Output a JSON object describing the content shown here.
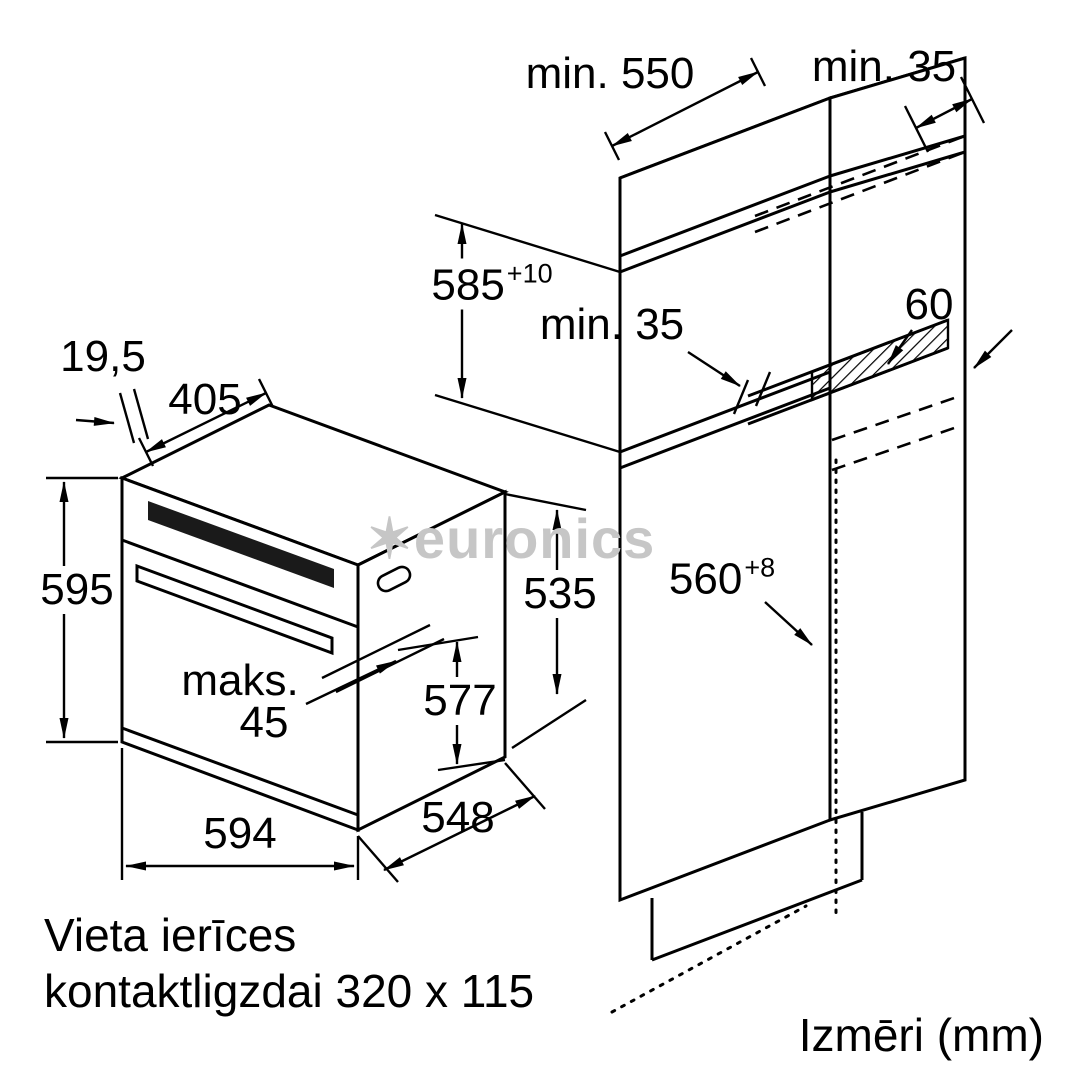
{
  "watermark": {
    "star": "✶",
    "brand": "euronics"
  },
  "footer": {
    "note_line1": "Vieta ierīces",
    "note_line2": "kontaktligzdai 320 x 115",
    "units": "Izmēri (mm)"
  },
  "oven": {
    "dims": {
      "front_overhang": "19,5",
      "top_depth": "405",
      "height": "595",
      "max_label": "maks.",
      "max_value": "45",
      "width": "594",
      "depth_body": "548",
      "depth_total": "577",
      "rear_height": "535"
    }
  },
  "cabinet": {
    "dims": {
      "min_depth": "min. 550",
      "min_back_gap": "min. 35",
      "niche_height": {
        "value": "585",
        "sup": "+10"
      },
      "shelf_gap": "min. 35",
      "vent_depth": "60",
      "niche_width": {
        "value": "560",
        "sup": "+8"
      }
    }
  },
  "colors": {
    "line": "#000000",
    "watermark": "#c6c6c6"
  }
}
